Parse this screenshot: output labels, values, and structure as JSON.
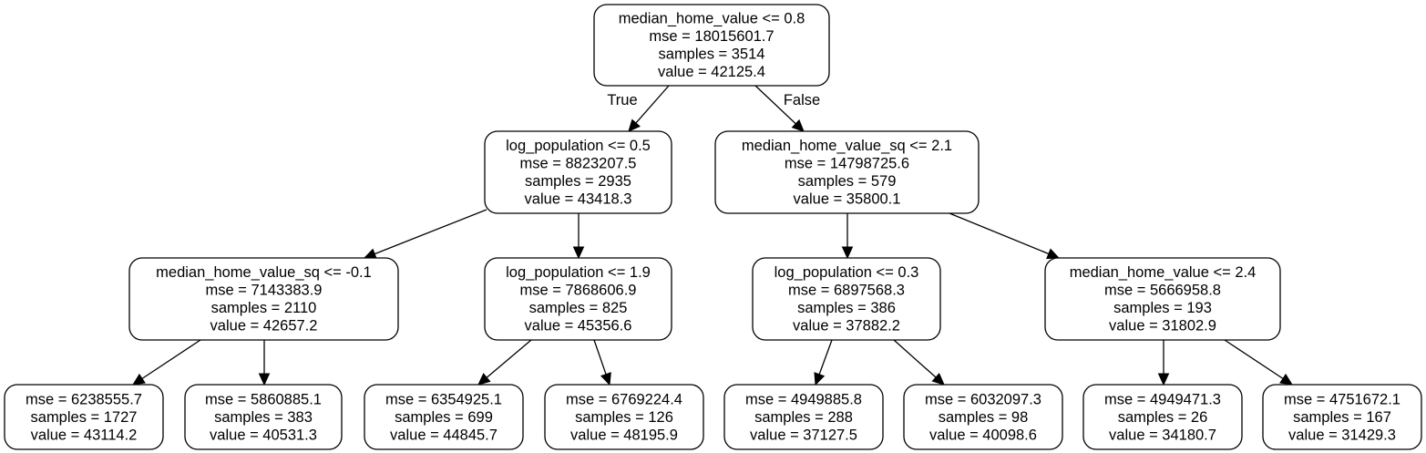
{
  "tree": {
    "edge_labels": {
      "true_label": "True",
      "false_label": "False"
    },
    "nodes": [
      {
        "id": "n0",
        "lines": [
          "median_home_value <= 0.8",
          "mse = 18015601.7",
          "samples = 3514",
          "value = 42125.4"
        ]
      },
      {
        "id": "n1",
        "lines": [
          "log_population <= 0.5",
          "mse = 8823207.5",
          "samples = 2935",
          "value = 43418.3"
        ]
      },
      {
        "id": "n2",
        "lines": [
          "median_home_value_sq <= 2.1",
          "mse = 14798725.6",
          "samples = 579",
          "value = 35800.1"
        ]
      },
      {
        "id": "n3",
        "lines": [
          "median_home_value_sq <= -0.1",
          "mse = 7143383.9",
          "samples = 2110",
          "value = 42657.2"
        ]
      },
      {
        "id": "n4",
        "lines": [
          "log_population <= 1.9",
          "mse = 7868606.9",
          "samples = 825",
          "value = 45356.6"
        ]
      },
      {
        "id": "n5",
        "lines": [
          "log_population <= 0.3",
          "mse = 6897568.3",
          "samples = 386",
          "value = 37882.2"
        ]
      },
      {
        "id": "n6",
        "lines": [
          "median_home_value <= 2.4",
          "mse = 5666958.8",
          "samples = 193",
          "value = 31802.9"
        ]
      },
      {
        "id": "n7",
        "lines": [
          "mse = 6238555.7",
          "samples = 1727",
          "value = 43114.2"
        ]
      },
      {
        "id": "n8",
        "lines": [
          "mse = 5860885.1",
          "samples = 383",
          "value = 40531.3"
        ]
      },
      {
        "id": "n9",
        "lines": [
          "mse = 6354925.1",
          "samples = 699",
          "value = 44845.7"
        ]
      },
      {
        "id": "n10",
        "lines": [
          "mse = 6769224.4",
          "samples = 126",
          "value = 48195.9"
        ]
      },
      {
        "id": "n11",
        "lines": [
          "mse = 4949885.8",
          "samples = 288",
          "value = 37127.5"
        ]
      },
      {
        "id": "n12",
        "lines": [
          "mse = 6032097.3",
          "samples = 98",
          "value = 40098.6"
        ]
      },
      {
        "id": "n13",
        "lines": [
          "mse = 4949471.3",
          "samples = 26",
          "value = 34180.7"
        ]
      },
      {
        "id": "n14",
        "lines": [
          "mse = 4751672.1",
          "samples = 167",
          "value = 31429.3"
        ]
      }
    ],
    "edges": [
      {
        "from": "n0",
        "to": "n1",
        "label": "true_label"
      },
      {
        "from": "n0",
        "to": "n2",
        "label": "false_label"
      },
      {
        "from": "n1",
        "to": "n3"
      },
      {
        "from": "n1",
        "to": "n4"
      },
      {
        "from": "n2",
        "to": "n5"
      },
      {
        "from": "n2",
        "to": "n6"
      },
      {
        "from": "n3",
        "to": "n7"
      },
      {
        "from": "n3",
        "to": "n8"
      },
      {
        "from": "n4",
        "to": "n9"
      },
      {
        "from": "n4",
        "to": "n10"
      },
      {
        "from": "n5",
        "to": "n11"
      },
      {
        "from": "n5",
        "to": "n12"
      },
      {
        "from": "n6",
        "to": "n13"
      },
      {
        "from": "n6",
        "to": "n14"
      }
    ]
  }
}
